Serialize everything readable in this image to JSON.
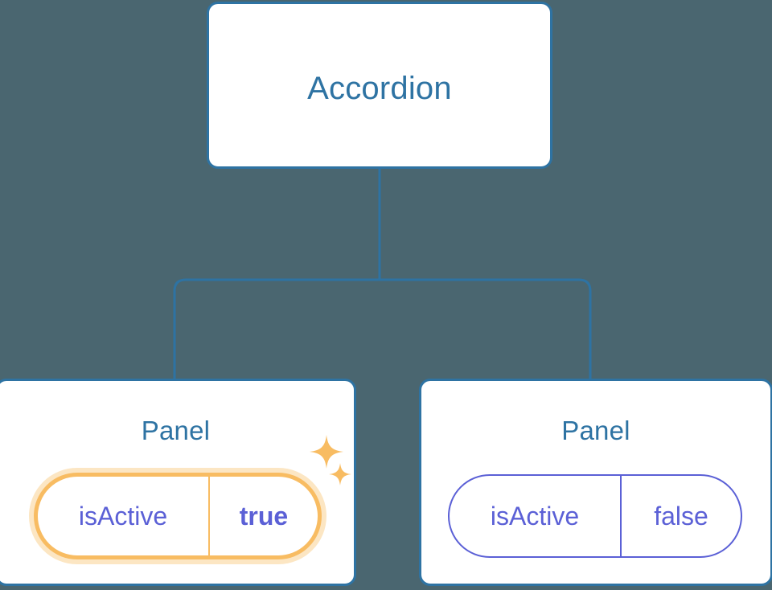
{
  "diagram": {
    "type": "component-tree",
    "background_color": "#4a6670",
    "title_color": "#2e73a3",
    "prop_color": "#5b60d6",
    "highlight_color": "#f8bc62"
  },
  "root": {
    "label": "Accordion"
  },
  "children": [
    {
      "label": "Panel",
      "highlighted": true,
      "prop": {
        "key": "isActive",
        "value": "true"
      },
      "sparkles": [
        {
          "name": "sparkle-large-icon"
        },
        {
          "name": "sparkle-small-icon"
        }
      ]
    },
    {
      "label": "Panel",
      "highlighted": false,
      "prop": {
        "key": "isActive",
        "value": "false"
      }
    }
  ],
  "connectors": {
    "stroke_color": "#2e73a3",
    "stroke_width": 3,
    "description": "trunk from root down to a branch bar, then two legs to each child"
  }
}
